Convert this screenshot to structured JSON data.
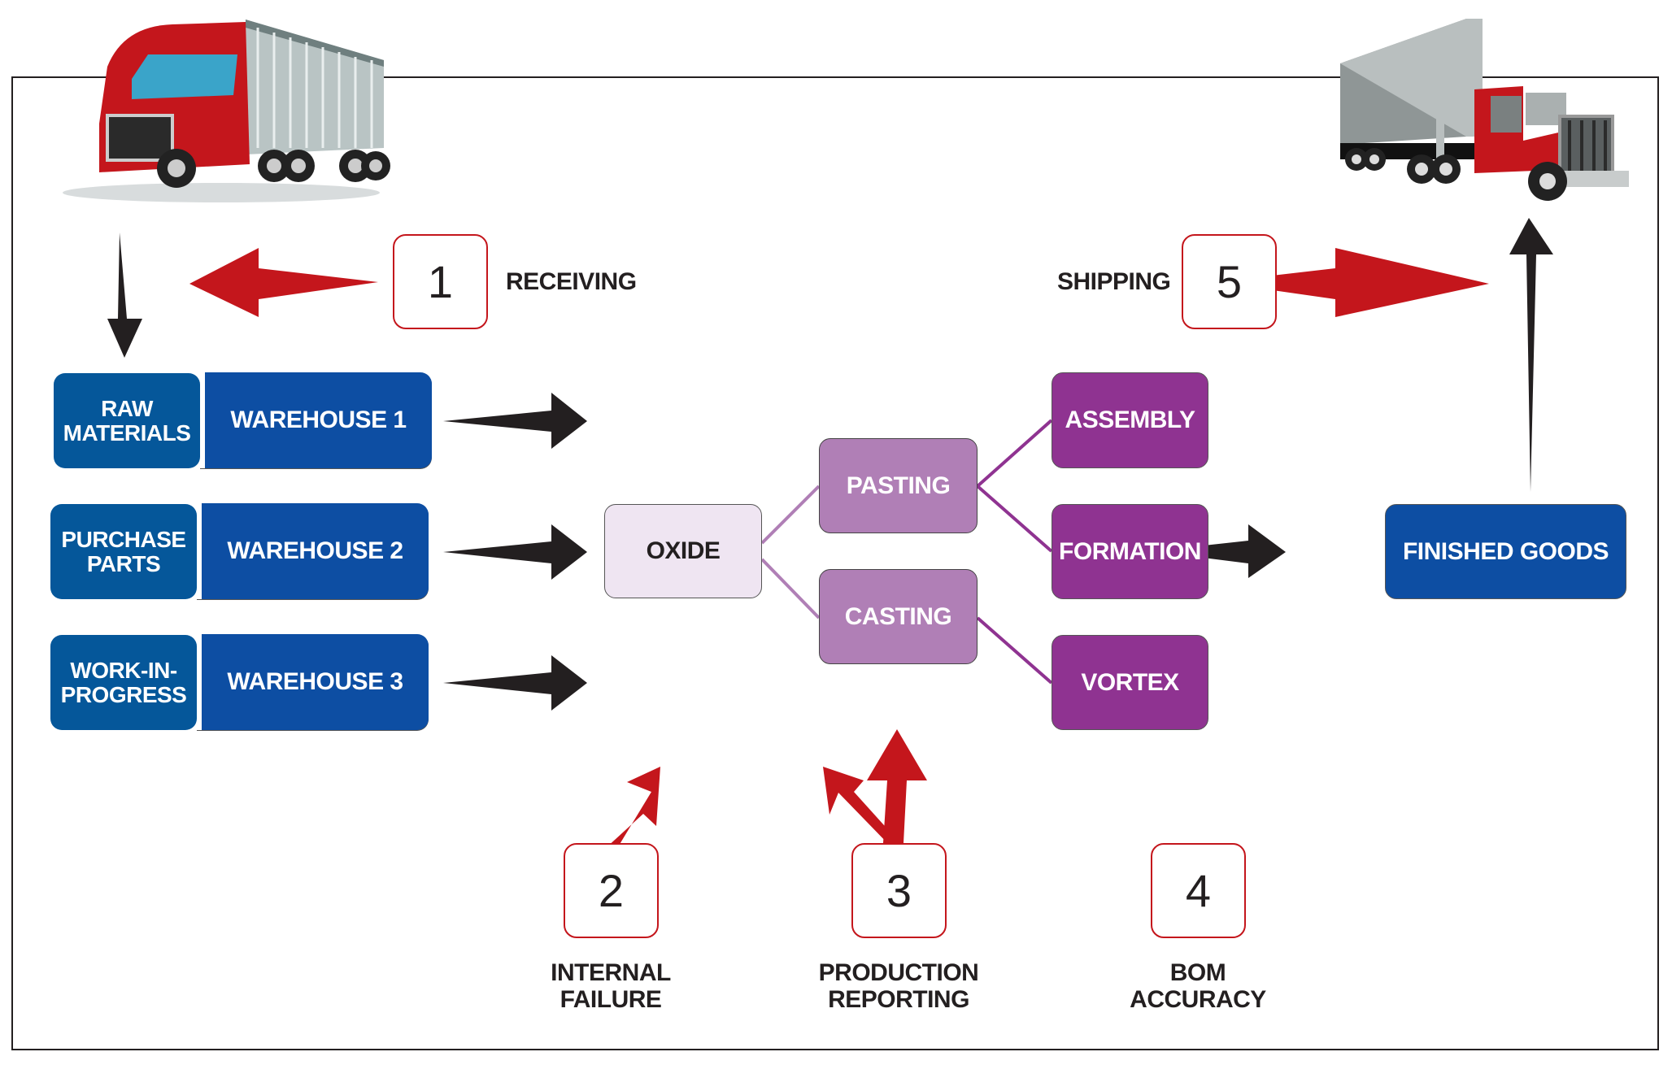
{
  "title": "Inventory flow and accuracy control points",
  "colors": {
    "red_arrow": "#c4161c",
    "black_arrow": "#231f20",
    "source_blue": "#05579a",
    "warehouse_blue": "#0d4ea3",
    "oxide_fill": "#efe5f2",
    "process_light_purple": "#b07fb6",
    "process_dark_purple": "#8f3391",
    "connector_light": "#b07fb6",
    "connector_dark": "#8f3391"
  },
  "trucks": {
    "inbound": {
      "icon": "truck-icon",
      "description": "inbound semi truck"
    },
    "outbound": {
      "icon": "truck-icon",
      "description": "outbound semi truck"
    }
  },
  "inventory_sources": [
    {
      "source": "RAW MATERIALS",
      "source_lines": [
        "RAW",
        "MATERIALS"
      ],
      "warehouse": "WAREHOUSE 1"
    },
    {
      "source": "PURCHASE PARTS",
      "source_lines": [
        "PURCHASE",
        "PARTS"
      ],
      "warehouse": "WAREHOUSE 2"
    },
    {
      "source": "WORK-IN-PROGRESS",
      "source_lines": [
        "WORK-IN-",
        "PROGRESS"
      ],
      "warehouse": "WAREHOUSE 3"
    }
  ],
  "process": {
    "oxide": "OXIDE",
    "stage2": [
      "PASTING",
      "CASTING"
    ],
    "stage3": [
      "ASSEMBLY",
      "FORMATION",
      "VORTEX"
    ],
    "finished": "FINISHED GOODS"
  },
  "control_points": [
    {
      "number": "1",
      "label_lines": [
        "RECEIVING"
      ]
    },
    {
      "number": "2",
      "label_lines": [
        "INTERNAL",
        "FAILURE"
      ]
    },
    {
      "number": "3",
      "label_lines": [
        "PRODUCTION",
        "REPORTING"
      ]
    },
    {
      "number": "4",
      "label_lines": [
        "BOM",
        "ACCURACY"
      ]
    },
    {
      "number": "5",
      "label_lines": [
        "SHIPPING"
      ]
    }
  ]
}
